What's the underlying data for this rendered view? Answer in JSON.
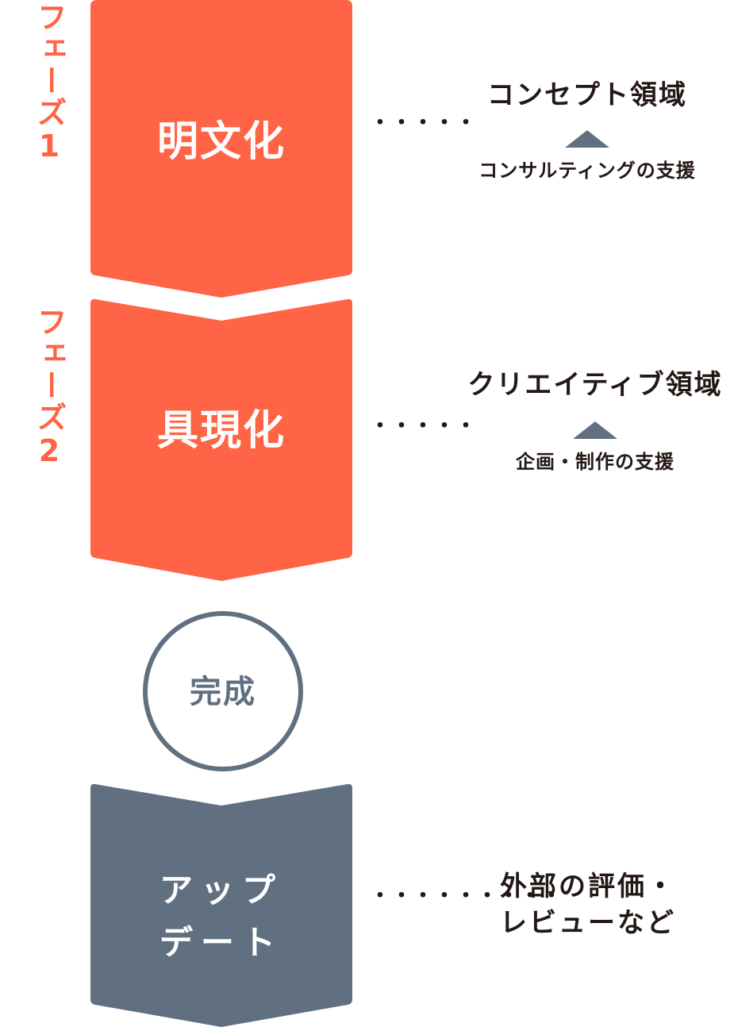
{
  "colors": {
    "phase_accent": "#fe6445",
    "update_accent": "#617080",
    "text_dark": "#231815",
    "background": "#ffffff"
  },
  "phases": [
    {
      "label": "フェーズ1",
      "step": "明文化",
      "dots": "・・・・・",
      "area_title": "コンセプト領域",
      "support": "コンサルティングの支援"
    },
    {
      "label": "フェーズ2",
      "step": "具現化",
      "dots": "・・・・・",
      "area_title": "クリエイティブ領域",
      "support": "企画・制作の支援"
    }
  ],
  "completion": {
    "label": "完成"
  },
  "update": {
    "line1": "アップ",
    "line2": "デート",
    "dots": "・・・・・・・・・",
    "note_line1": "外部の評価・",
    "note_line2": "レビューなど"
  }
}
